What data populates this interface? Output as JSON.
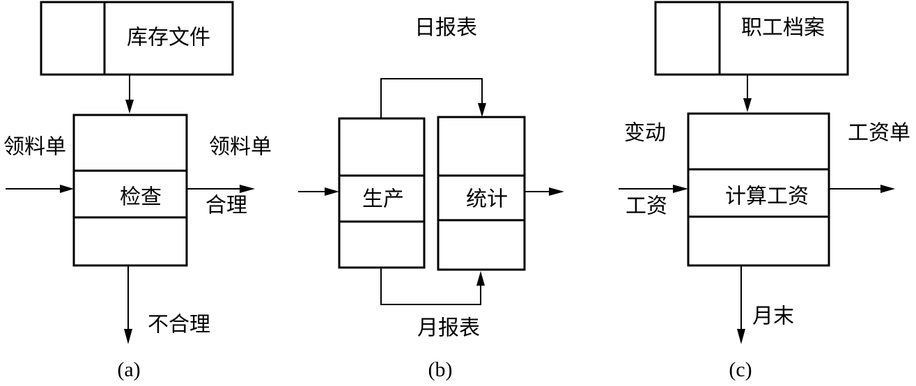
{
  "diagram_a": {
    "file_label": "库存文件",
    "input_label": "领料单",
    "process_label": "检查",
    "output_top_label": "领料单",
    "output_bottom_label": "合理",
    "down_label": "不合理",
    "caption": "(a)"
  },
  "diagram_b": {
    "top_label": "日报表",
    "process_left_label": "生产",
    "process_right_label": "统计",
    "bottom_label": "月报表",
    "caption": "(b)"
  },
  "diagram_c": {
    "file_label": "职工档案",
    "input_top_label": "变动",
    "input_bottom_label": "工资",
    "process_label": "计算工资",
    "output_label": "工资单",
    "down_label": "月末",
    "caption": "(c)"
  }
}
